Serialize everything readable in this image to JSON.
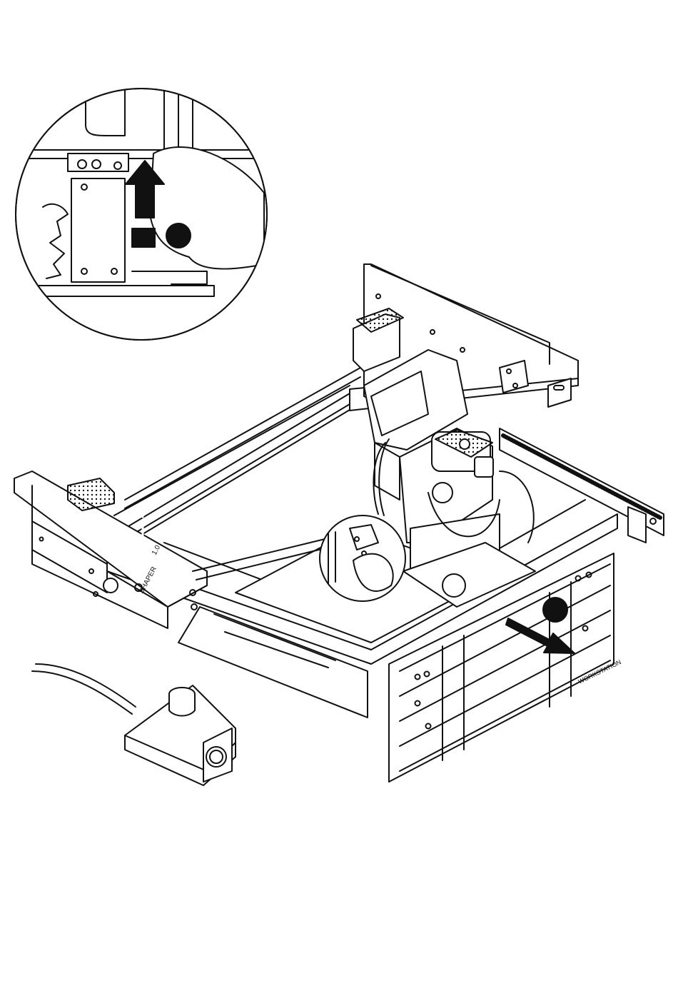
{
  "illustration": {
    "stroke_color": "#111111",
    "fill_color": "#ffffff",
    "accent_color": "#111111",
    "labels": {
      "tool_brand": "SHAPER",
      "rail_marking": "1.0",
      "enclosure_brand": "WORKSTATION"
    },
    "callouts": {
      "detail_magnifier": "circle-detail",
      "step_markers": [
        "black-circle-marker",
        "black-square-marker"
      ],
      "arrows": [
        "arrow-up",
        "arrow-down-right"
      ]
    }
  }
}
